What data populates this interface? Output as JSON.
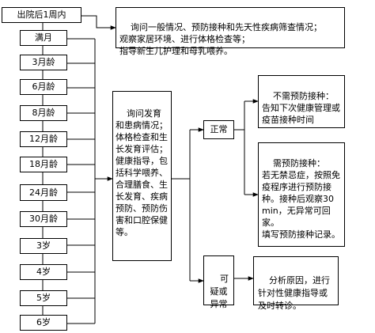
{
  "ages": [
    "出院后1周内",
    "满月",
    "3月龄",
    "6月龄",
    "8月龄",
    "12月龄",
    "18月龄",
    "24月龄",
    "30月龄",
    "3岁",
    "4岁",
    "5岁",
    "6岁"
  ],
  "first_visit_note": "询问一般情况、预防接种和先天性疾病筛查情况；\n观察家居环境、进行体格检查等；\n指导新生儿护理和母乳喂养。",
  "routine_visit_content": "询问发育和患病情况；\n体格检查和生长发育评估；\n健康指导，包括科学喂养、合理膳食、生长发育、疾病预防、预防伤害和口腔保健等。",
  "branches": {
    "normal": "正常",
    "abnormal": "可疑或异常"
  },
  "outcomes": {
    "no_vaccine": "不需预防接种：\n告知下次健康管理或疫苗接种时间",
    "vaccine": "需预防接种：\n若无禁忌症，按照免疫程序进行预防接种。接种后观察30min，无异常可回家。\n填写预防接种记录。",
    "abnormal_action": "分析原因，进行针对性健康指导或及时转诊。"
  }
}
